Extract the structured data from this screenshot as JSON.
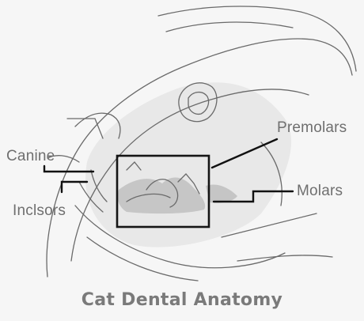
{
  "labels": {
    "canine": "Canine",
    "incisors": "Inclsors",
    "premolars": "Premolars",
    "molars": "Molars"
  },
  "title": "Cat Dental Anatomy",
  "colors": {
    "sketch_line": "#5a5a5a",
    "label_text": "#6f6f6f",
    "box_stroke": "#151515",
    "leader_line": "#111111",
    "background": "#f6f6f6"
  }
}
